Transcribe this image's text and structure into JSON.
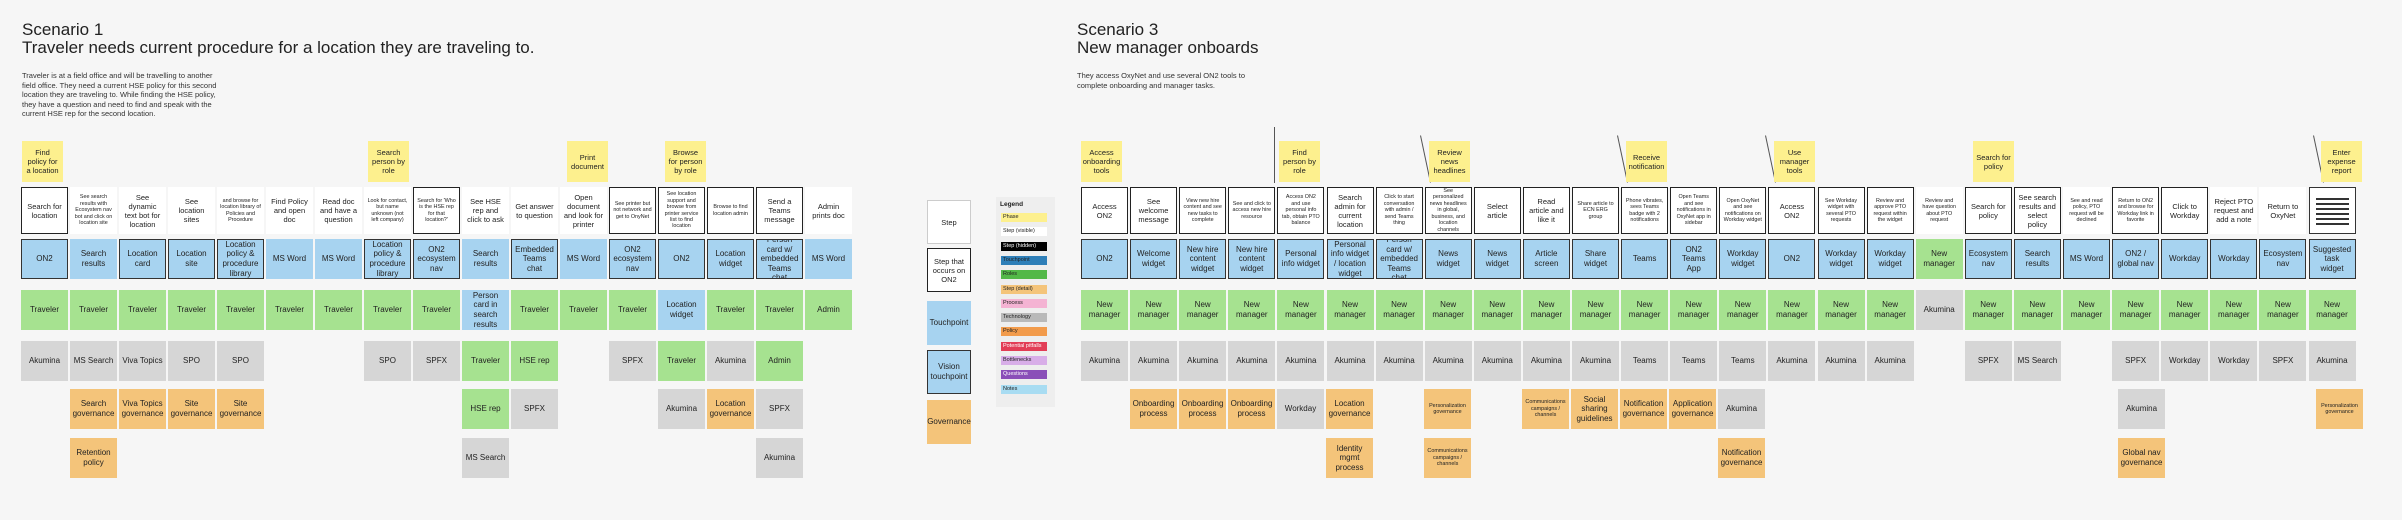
{
  "scenario1": {
    "label": "Scenario 1",
    "title": "Traveler needs current procedure for a location they are traveling to.",
    "description": "Traveler is at a field office and will be travelling to another field office. They need a current HSE policy for this second location they are traveling to. While finding the HSE policy, they have a question and need to find and speak with the current HSE rep for the second location.",
    "phases": [
      "Find policy for a location",
      "Search person by role",
      "Print document",
      "Browse for person by role"
    ],
    "steps": [
      "Search for location",
      "See search results with Ecosystem nav bot and click on location site",
      "See dynamic text bot for location",
      "See location sites",
      "and browse for location library of Policies and Procedure",
      "Find Policy and open doc",
      "Read doc and have a question",
      "Look for contact, but name unknown (not left company)",
      "Search for 'Who is the HSE rep for that location?'",
      "See HSE rep and click to ask",
      "Get answer to question",
      "Open document and look for printer",
      "See printer but not network and get to OnyNet",
      "See location support and browse from printer service list to find location",
      "Browse to find location admin",
      "Send a Teams message",
      "Admin prints doc"
    ],
    "touchpoints": [
      "ON2",
      "Search results",
      "Location card",
      "Location site",
      "Location policy & procedure library",
      "MS Word",
      "MS Word",
      "Location policy & procedure library",
      "ON2 ecosystem nav",
      "Search results",
      "Embedded Teams chat",
      "MS Word",
      "ON2 ecosystem nav",
      "ON2",
      "Location widget",
      "Person card w/ embedded Teams chat",
      "MS Word"
    ],
    "touchpoints_extra": [
      "Person card in search results",
      "Location widget"
    ],
    "roles": [
      "Traveler",
      "Traveler",
      "Traveler",
      "Traveler",
      "Traveler",
      "Traveler",
      "Traveler",
      "Traveler",
      "Traveler",
      "Traveler",
      "Traveler",
      "Traveler",
      "Traveler",
      "Traveler",
      "Traveler",
      "Traveler",
      "Admin"
    ],
    "roles_extra": [
      "HSE rep"
    ],
    "tech": [
      "Akumina",
      "MS Search",
      "Viva Topics",
      "SPO",
      "SPO",
      "SPO",
      "SPFX",
      "Traveler",
      "HSE rep",
      "SPFX",
      "Traveler",
      "Akumina",
      "Admin"
    ],
    "tech_extra": [
      "SPFX",
      "MS Search",
      "Akumina",
      "SPFX",
      "Akumina"
    ],
    "governance": [
      "Search governance",
      "Viva Topics governance",
      "Site governance",
      "Site governance",
      "Location governance"
    ],
    "governance_extra": [
      "Retention policy"
    ]
  },
  "legend": {
    "step_label": "Step",
    "step_on2_label": "Step that occurs on ON2",
    "touchpoint_label": "Touchpoint",
    "vision_touchpoint_label": "Vision touchpoint",
    "governance_label": "Governance",
    "title": "Legend",
    "items": [
      {
        "label": "Phase",
        "color": "#fdf08e",
        "text": "#222"
      },
      {
        "label": "Step (visible)",
        "color": "#ffffff",
        "text": "#222"
      },
      {
        "label": "Step (hidden)",
        "color": "#000000",
        "text": "#ffffff"
      },
      {
        "label": "Touchpoint",
        "color": "#2e7fb8",
        "text": "#222"
      },
      {
        "label": "Roles",
        "color": "#52b848",
        "text": "#222"
      },
      {
        "label": "Step (detail)",
        "color": "#f4c47a",
        "text": "#222"
      },
      {
        "label": "Process",
        "color": "#f4b3d3",
        "text": "#222"
      },
      {
        "label": "Technology",
        "color": "#b9b9b9",
        "text": "#222"
      },
      {
        "label": "Policy",
        "color": "#f29b4b",
        "text": "#222"
      },
      {
        "label": "Potential pitfalls",
        "color": "#e23d56",
        "text": "#ffffff"
      },
      {
        "label": "Bottlenecks",
        "color": "#d8aee8",
        "text": "#222"
      },
      {
        "label": "Questions",
        "color": "#8a4fb8",
        "text": "#ffffff"
      },
      {
        "label": "Notes",
        "color": "#a8dcf2",
        "text": "#222"
      }
    ]
  },
  "scenario3": {
    "label": "Scenario 3",
    "title": "New manager onboards",
    "description": "They access OxyNet and use several ON2 tools to complete onboarding and manager tasks.",
    "phases": [
      "Access onboarding tools",
      "Find person by role",
      "Review news headlines",
      "Receive notification",
      "Use manager tools",
      "Search for policy",
      "Enter expense report"
    ],
    "steps": [
      "Access ON2",
      "See welcome message",
      "View new hire content and see new tasks to complete",
      "See and click to access new hire resource",
      "Access ON2 and use personal info tab, obtain PTO balance",
      "Search admin for current location",
      "Click to start conversation with admin / send Teams thing",
      "See personalized news headlines in global, business, and location channels",
      "Select article",
      "Read article and like it",
      "Share article to ECN ERG group",
      "Phone vibrates, sees Teams badge with 2 notifications",
      "Open Teams and see notifications in OxyNet app in sidebar",
      "Open OxyNet and see notifications on Workday widget",
      "Access ON2",
      "See Workday widget with several PTO requests",
      "Review and approve PTO request within the widget",
      "Review and have question about PTO request",
      "Search for policy",
      "See search results and select policy",
      "See and read policy, PTO request will be declined",
      "Return to ON2 and browse for Workday link in favorite",
      "Click to Workday",
      "Reject PTO request and add a note",
      "Return to OxyNet",
      "Suggested task widget"
    ],
    "touchpoints": [
      "ON2",
      "Welcome widget",
      "New hire content widget",
      "New hire content widget",
      "Personal info widget",
      "Personal info widget / location widget",
      "Person card w/ embedded Teams chat",
      "News widget",
      "News widget",
      "Article screen",
      "Share widget",
      "Teams",
      "ON2 Teams App",
      "Workday widget",
      "ON2",
      "Workday widget",
      "Workday widget",
      "New manager",
      "Ecosystem nav",
      "Search results",
      "MS Word",
      "ON2 / global nav",
      "Workday",
      "Workday",
      "Ecosystem nav",
      "Suggested task widget"
    ],
    "roles": [
      "New manager",
      "New manager",
      "New manager",
      "New manager",
      "New manager",
      "New manager",
      "New manager",
      "New manager",
      "New manager",
      "New manager",
      "New manager",
      "New manager",
      "New manager",
      "New manager",
      "New manager",
      "New manager",
      "New manager",
      "Akumina",
      "New manager",
      "New manager",
      "New manager",
      "New manager",
      "New manager",
      "New manager",
      "New manager",
      "New manager"
    ],
    "tech": [
      "Akumina",
      "Akumina",
      "Akumina",
      "Akumina",
      "Akumina",
      "Akumina",
      "Akumina",
      "Akumina",
      "Akumina",
      "Akumina",
      "Akumina",
      "Teams",
      "Teams",
      "Teams",
      "Akumina",
      "Akumina",
      "Akumina",
      "SPFX",
      "MS Search",
      "SPFX",
      "Workday",
      "Workday",
      "SPFX",
      "Akumina"
    ],
    "governance": [
      "Onboarding process",
      "Onboarding process",
      "Onboarding process",
      "Workday",
      "Location governance",
      "Personalization governance",
      "Communications campaigns / channels",
      "Social sharing guidelines",
      "Notification governance",
      "Application governance",
      "Akumina",
      "Akumina",
      "Personalization governance"
    ],
    "governance_extra": [
      "Identity mgmt process",
      "Communications campaigns / channels",
      "Notification governance",
      "Global nav governance"
    ]
  }
}
